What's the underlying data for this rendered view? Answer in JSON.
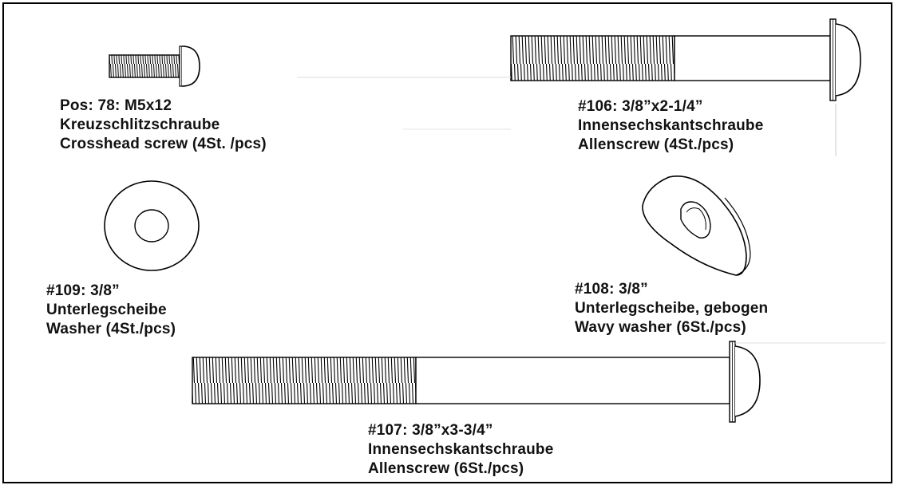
{
  "parts": [
    {
      "id": "pos78",
      "icon": "crosshead-screw-icon",
      "lines": [
        "Pos: 78: M5x12",
        "Kreuzschlitzschraube",
        "Crosshead screw (4St. /pcs)"
      ]
    },
    {
      "id": "106",
      "icon": "allen-screw-icon",
      "lines": [
        "#106: 3/8”x2-1/4”",
        "Innensechskantschraube",
        "Allenscrew (4St./pcs)"
      ]
    },
    {
      "id": "109",
      "icon": "flat-washer-icon",
      "lines": [
        "#109: 3/8”",
        "Unterlegscheibe",
        "Washer (4St./pcs)"
      ]
    },
    {
      "id": "108",
      "icon": "wavy-washer-icon",
      "lines": [
        "#108: 3/8”",
        "Unterlegscheibe, gebogen",
        "Wavy washer (6St./pcs)"
      ]
    },
    {
      "id": "107",
      "icon": "long-allen-screw-icon",
      "lines": [
        "#107: 3/8”x3-3/4”",
        "Innensechskantschraube",
        "Allenscrew (6St./pcs)"
      ]
    }
  ],
  "colors": {
    "stroke": "#000000",
    "background": "#ffffff"
  }
}
